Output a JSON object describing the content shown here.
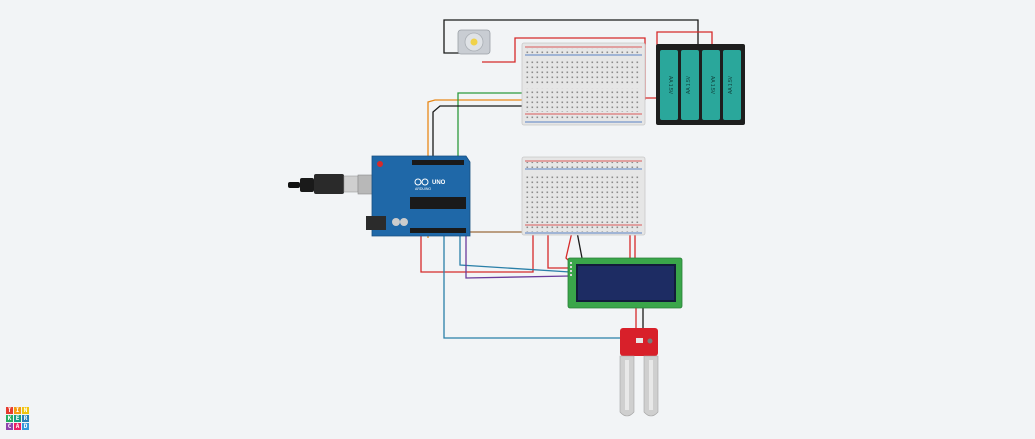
{
  "app": {
    "logo_letters": [
      "T",
      "I",
      "N",
      "K",
      "E",
      "R",
      "C",
      "A",
      "D"
    ],
    "logo_colors": [
      "#e63b2e",
      "#f39c12",
      "#f1c40f",
      "#27ae60",
      "#16a085",
      "#2980b9",
      "#8e44ad",
      "#e91e63",
      "#3498db"
    ]
  },
  "components": {
    "arduino": {
      "logo_text": "UNO",
      "brand_text": "ARDUINO",
      "color": "#1f68a8"
    },
    "battery": {
      "cells": [
        "AA 1.5V",
        "AA 1.5V",
        "AA 1.5V",
        "AA 1.5V"
      ],
      "cell_color": "#2aa79b"
    },
    "lcd": {
      "board_color": "#3aa64a",
      "screen_color": "#1d2c63"
    },
    "moisture_sensor": {
      "color": "#d8202a"
    },
    "motor": {
      "color": "#c9cdd3"
    }
  },
  "wire_colors": {
    "black": "#1a1a1a",
    "red": "#d62a2a",
    "orange": "#e8891a",
    "green": "#2d9a3c",
    "blue": "#2a7fa8",
    "purple": "#6a3b9c",
    "brown": "#9a6a3c"
  }
}
